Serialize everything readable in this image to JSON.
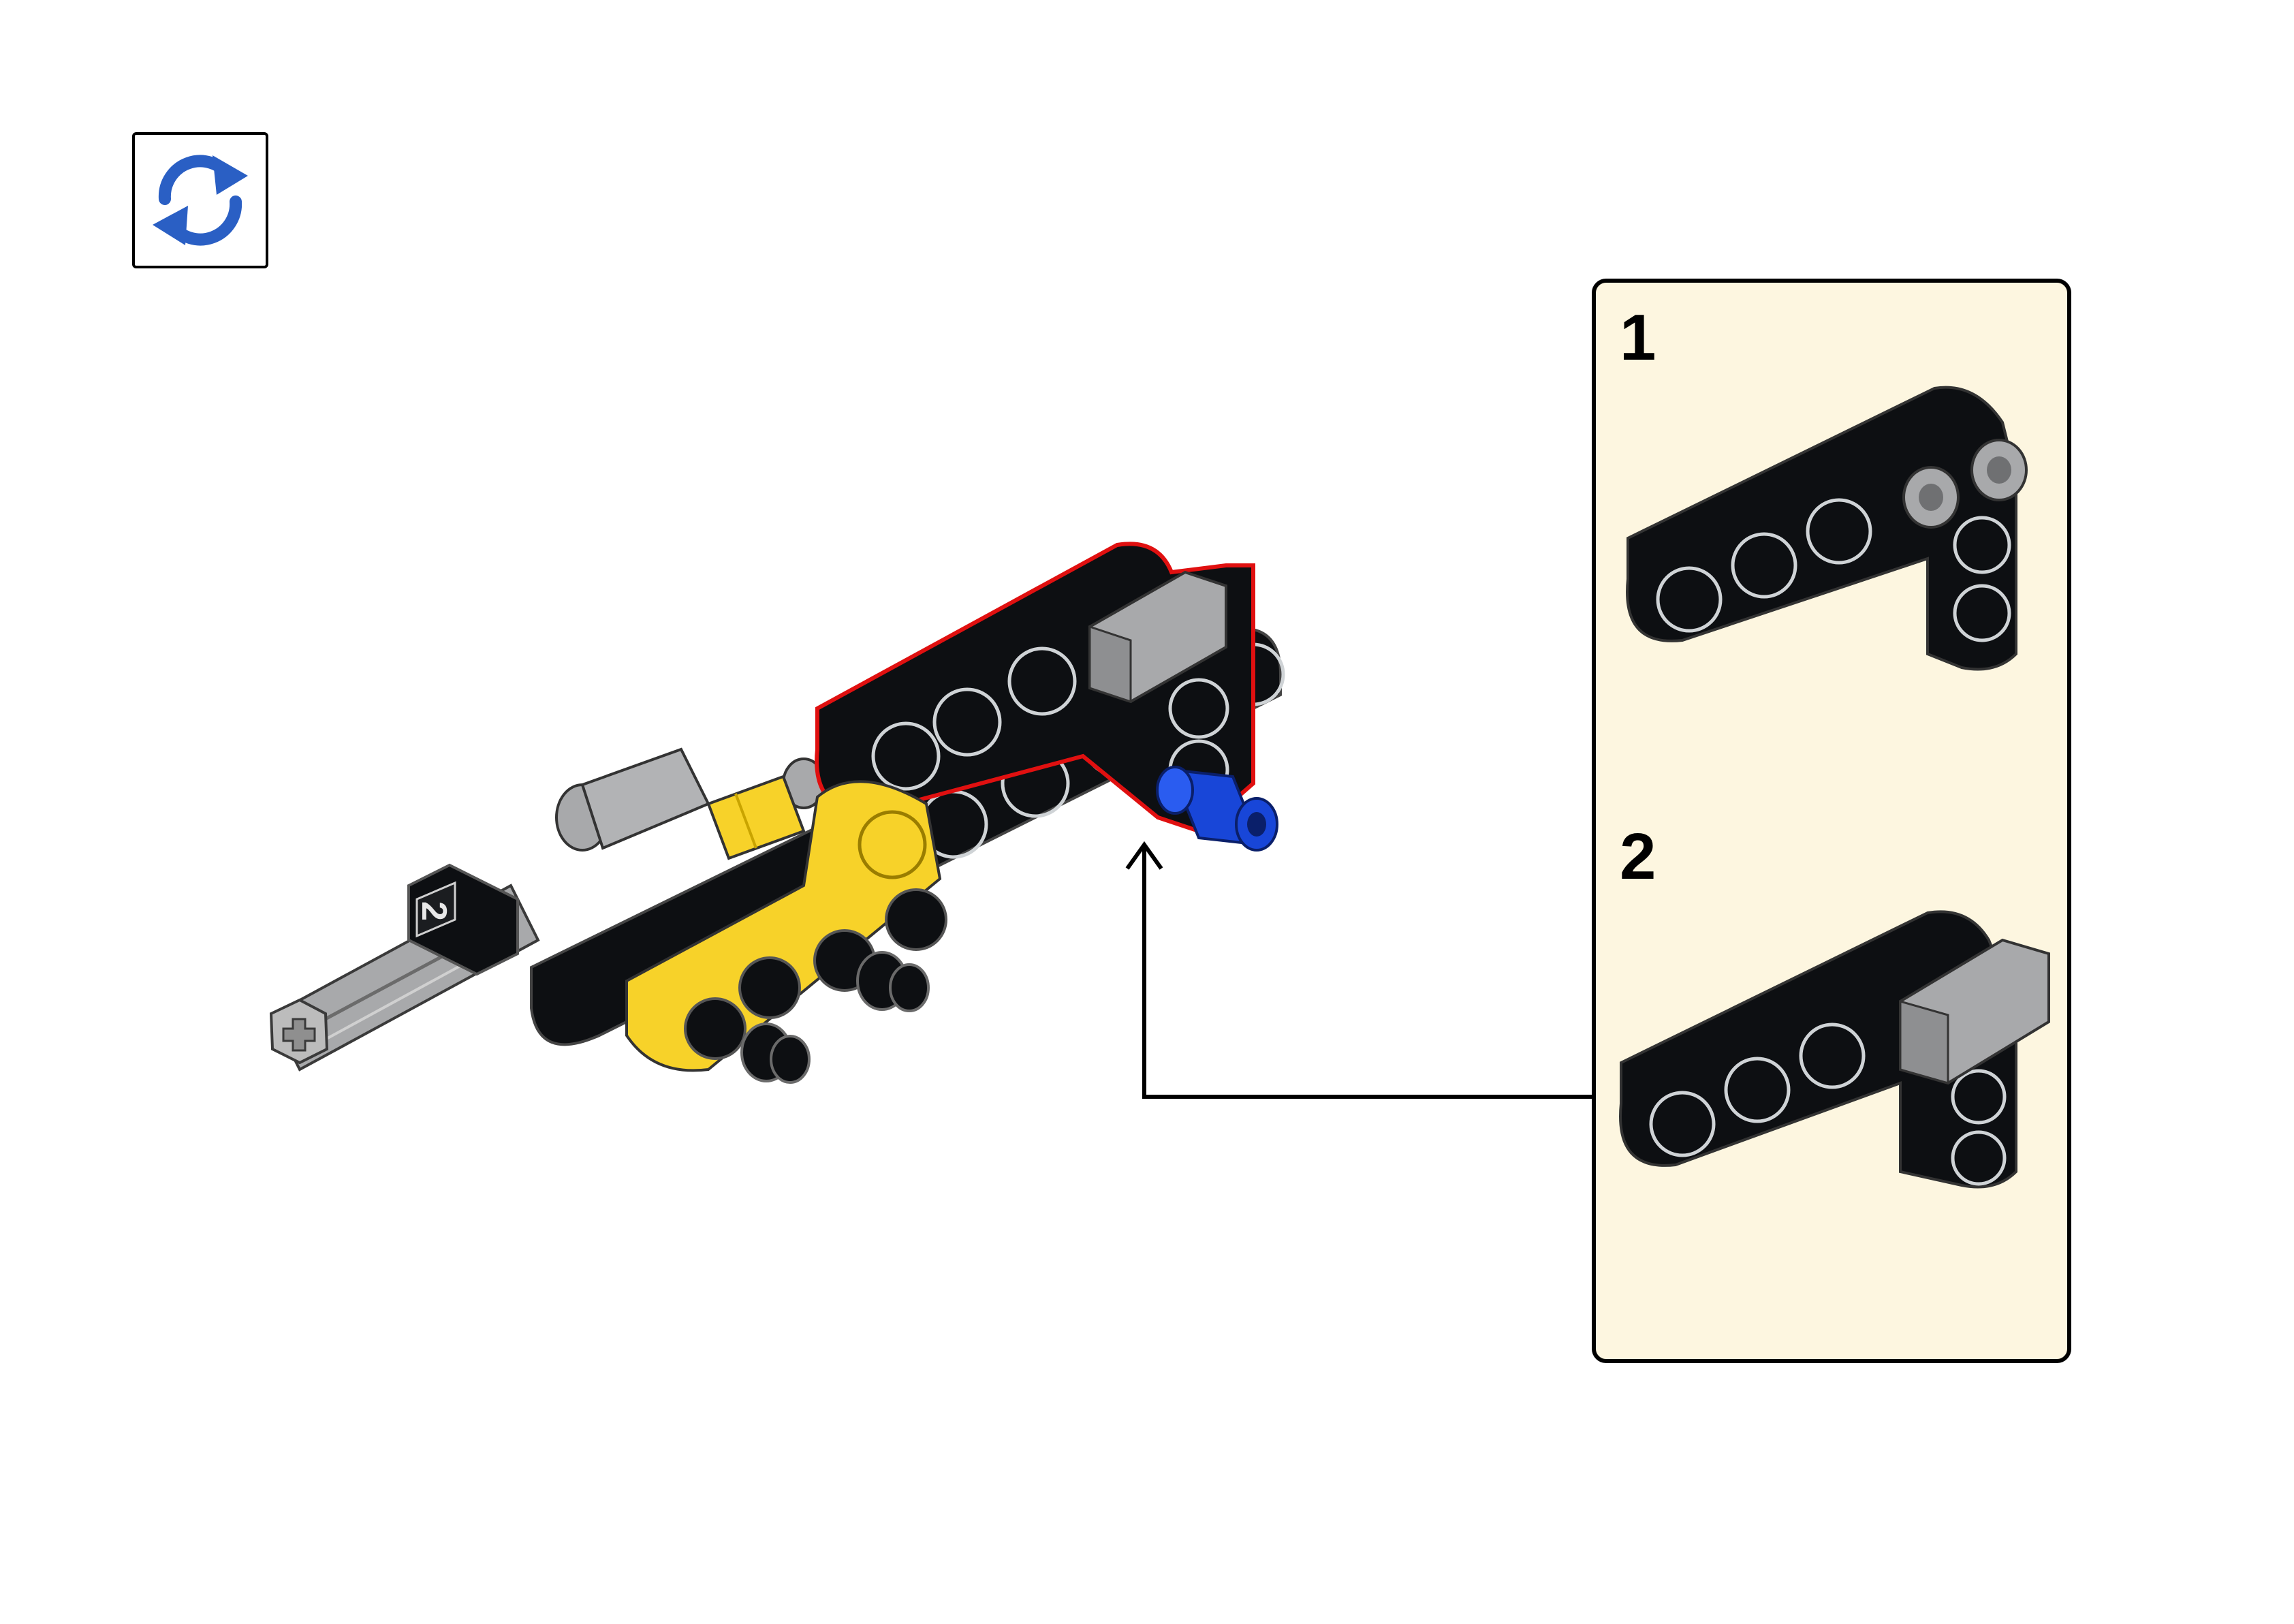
{
  "page": {
    "background": "#ffffff",
    "rotate_button": {
      "icon": "rotate-model-icon",
      "border": "#000000",
      "arrow_color": "#2a5fc4"
    }
  },
  "callout": {
    "background": "#fdf6e0",
    "border": "#000000",
    "steps": [
      {
        "number": "1",
        "part": "l-shaped-beam-3x5"
      },
      {
        "number": "2",
        "part": "l-shaped-beam-with-gray-tile"
      }
    ]
  },
  "model": {
    "badge_label": "2",
    "highlight_color": "#e01010",
    "beam_color": "#0d0f12",
    "yellow_color": "#f7d229",
    "gray_color": "#a8a9ab",
    "pin_blue": "#1846d8"
  },
  "arrow": {
    "color": "#000000"
  }
}
